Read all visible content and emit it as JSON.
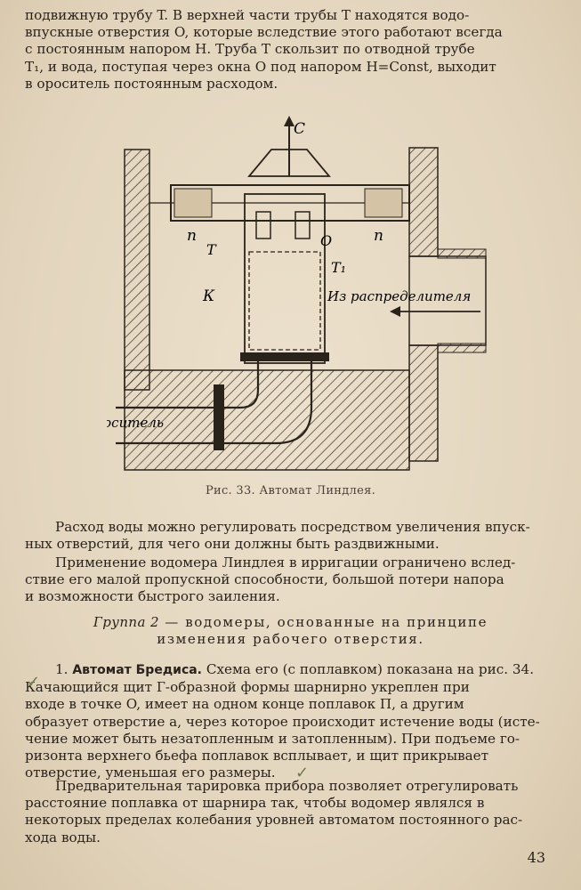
{
  "paragraph1": {
    "lines": [
      "подвижную трубу T. В верхней части трубы T находятся водо-",
      "впускные отверстия O, которые вследствие этого работают всегда",
      "с постоянным напором H. Труба T скользит по отводной трубе",
      "T₁, и вода, поступая через окна O под напором H=Const, выходит",
      "в ороситель постоянным расходом."
    ]
  },
  "figure": {
    "label_c": "С",
    "label_p_left": "п",
    "label_p_right": "п",
    "label_t": "T",
    "label_o": "O",
    "label_t1": "T₁",
    "label_k": "К",
    "label_from_distributor": "Из распределителя",
    "label_to_sprinkler": "в ороситель",
    "caption": "Рис. 33.  Автомат Линдлея."
  },
  "paragraph2": {
    "lines": [
      "Расход воды можно регулировать посредством увеличения впуск-",
      "ных отверстий, для чего они должны быть раздвижными."
    ]
  },
  "paragraph3": {
    "lines": [
      "Применение водомера Линдлея в ирригации ограничено вслед-",
      "ствие его малой пропускной способности, большой потери напора",
      "и возможности быстрого заиления."
    ]
  },
  "group_heading": {
    "prefix": "Группа 2",
    "line1_rest": " — водомеры, основанные на принципе",
    "line2": "изменения рабочего отверстия."
  },
  "paragraph4": {
    "number": "1.",
    "bold_title": "Автомат Бредиса.",
    "first_line_rest": " Схема его (с поплавком) показана на рис. 34.",
    "lines": [
      "Качающийся щит Г-образной формы шарнирно укреплен при",
      "входе в точке O, имеет на одном конце поплавок П, а другим",
      "образует отверстие a, через которое происходит истечение воды (исте-",
      "чение может быть незатопленным и затопленным). При подъеме го-",
      "ризонта верхнего бьефа поплавок всплывает, и щит прикрывает",
      "отверстие, уменьшая его размеры."
    ]
  },
  "paragraph5": {
    "lines": [
      "Предварительная тарировка прибора позволяет отрегулировать",
      "расстояние поплавка от шарнира так, чтобы водомер являлся в",
      "некоторых пределах колебания уровней автоматом постоянного рас-",
      "хода воды."
    ]
  },
  "page_number": "43"
}
